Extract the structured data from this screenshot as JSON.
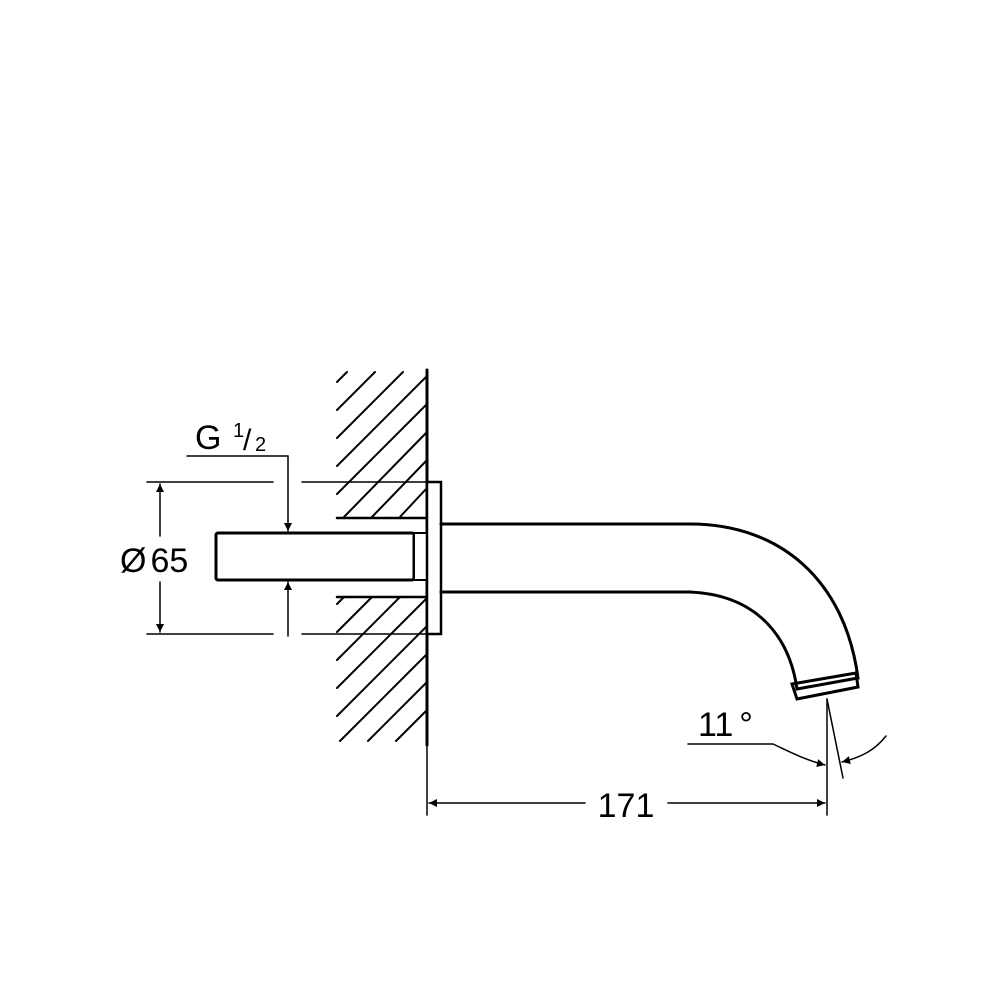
{
  "drawing": {
    "type": "technical-dimension-drawing",
    "subject": "wall-mounted bath spout",
    "colors": {
      "line": "#000000",
      "background": "#ffffff"
    },
    "labels": {
      "thread": {
        "prefix": "G",
        "numerator": "1",
        "slash": "/",
        "denominator": "2"
      },
      "diameter": {
        "symbol": "Ø",
        "value": "65"
      },
      "projection": {
        "value": "171"
      },
      "angle": {
        "value": "11",
        "unit": "°"
      }
    }
  }
}
